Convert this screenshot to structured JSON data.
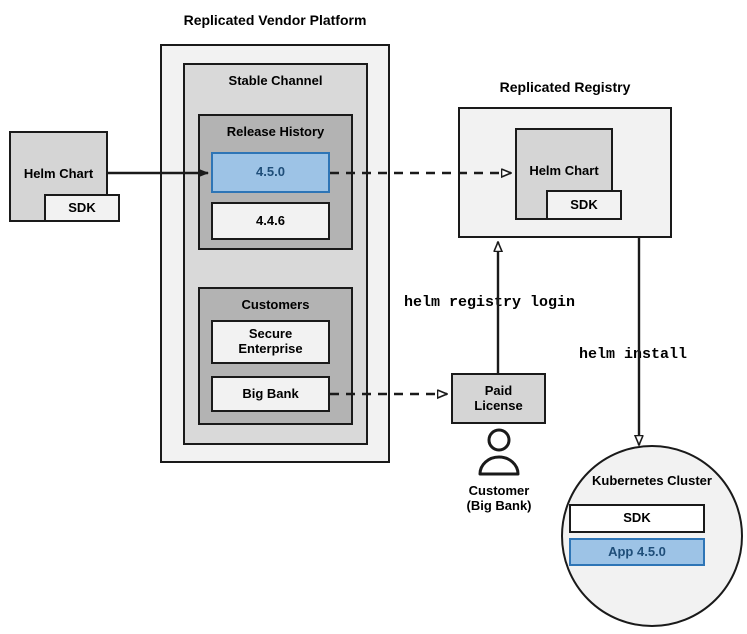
{
  "diagram": {
    "title_platform": "Replicated Vendor Platform",
    "title_registry": "Replicated Registry",
    "containers": {
      "platform": "Replicated Vendor Platform",
      "stable_channel": "Stable Channel",
      "release_history": "Release History",
      "customers": "Customers",
      "registry": "Replicated Registry",
      "kubernetes_cluster": "Kubernetes Cluster"
    },
    "nodes": {
      "source_helm_chart": "Helm Chart",
      "source_sdk": "SDK",
      "release_current": "4.5.0",
      "release_previous": "4.4.6",
      "customer_secure_enterprise": "Secure\nEnterprise",
      "customer_big_bank": "Big Bank",
      "registry_helm_chart": "Helm Chart",
      "registry_sdk": "SDK",
      "paid_license": "Paid\nLicense",
      "customer_actor": "Customer\n(Big Bank)",
      "cluster_sdk": "SDK",
      "cluster_app": "App 4.5.0"
    },
    "edge_labels": {
      "helm_registry_login": "helm registry login",
      "helm_install": "helm install"
    },
    "colors": {
      "accent_blue_fill": "#9dc3e6",
      "accent_blue_border": "#2e75b6",
      "accent_blue_text": "#1f4e79",
      "stroke": "#1a1a1a",
      "platform_fill": "#f2f2f2",
      "channel_fill": "#d9d9d9",
      "release_fill": "#b3b3b3",
      "node_gray_fill": "#d5d5d5",
      "node_light_fill": "#f2f2f2"
    }
  }
}
